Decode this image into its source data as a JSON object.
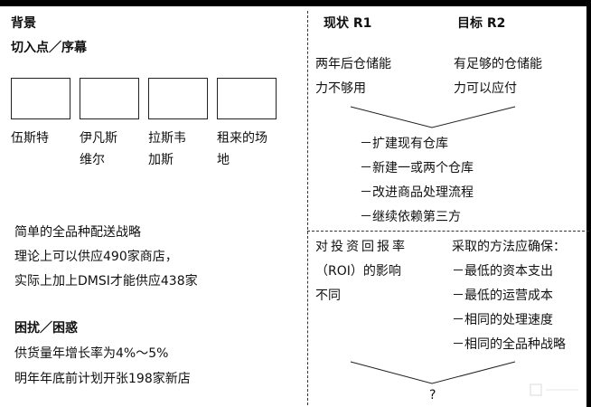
{
  "left": {
    "background_heading": "背景",
    "entry_heading": "切入点／序幕",
    "boxes": [
      {
        "line1": "伍斯特",
        "line2": ""
      },
      {
        "line1": "伊凡斯",
        "line2": "维尔"
      },
      {
        "line1": "拉斯韦",
        "line2": "加斯"
      },
      {
        "line1": "租来的场",
        "line2": "地"
      }
    ],
    "strategy_lines": [
      "简单的全品种配送战略",
      "理论上可以供应490家商店，",
      "实际上加上DMSI才能供应438家"
    ],
    "trouble_heading": "困扰／困惑",
    "trouble_lines": [
      "供货量年增长率为4%～5%",
      "明年年底前计划开张198家新店"
    ]
  },
  "right": {
    "r1_heading": "现状 R1",
    "r2_heading": "目标 R2",
    "r1_text": [
      "两年后仓储能",
      "力不够用"
    ],
    "r2_text": [
      "有足够的仓储能",
      "力可以应付"
    ],
    "options": [
      "－扩建现有仓库",
      "－新建一或两个仓库",
      "－改进商品处理流程",
      "－继续依赖第三方"
    ],
    "impact_text": [
      "对投资回报率",
      "（ROI）的影响",
      "不同"
    ],
    "method_heading": "采取的方法应确保：",
    "methods": [
      "－最低的资本支出",
      "－最低的运营成本",
      "－相同的处理速度",
      "－相同的全品种战略"
    ],
    "question": "?"
  }
}
